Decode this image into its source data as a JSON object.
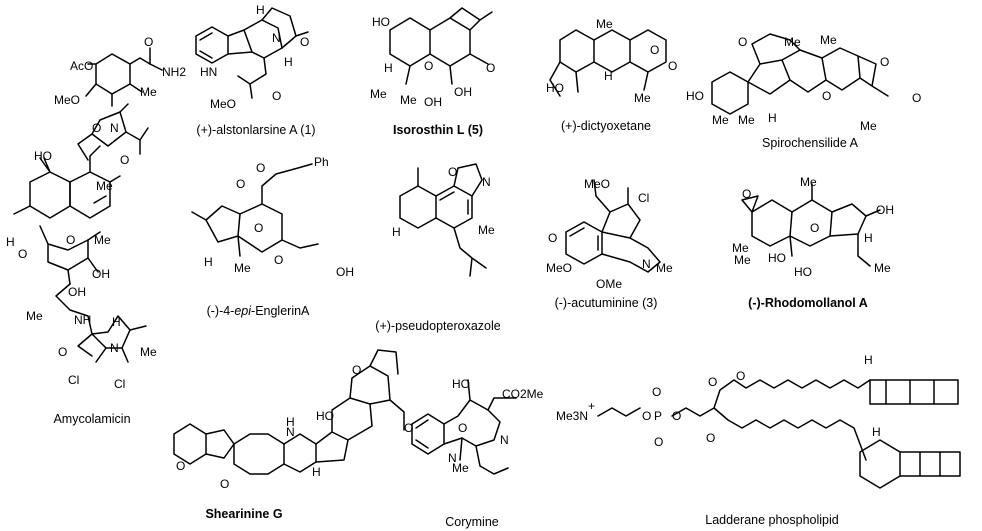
{
  "compounds": [
    {
      "name": "Amycolamicin"
    },
    {
      "name": "(+)-alstonlarsine A (1)"
    },
    {
      "name": "Isorosthin L (5)"
    },
    {
      "name": "(+)-dictyoxetane"
    },
    {
      "name": "Spirochensilide A"
    },
    {
      "name": "(-)-4-epi-EnglerinA"
    },
    {
      "name": "(+)-pseudopteroxazole"
    },
    {
      "name": "(-)-acutuminine (3)"
    },
    {
      "name": "(-)-Rhodomollanol A"
    },
    {
      "name": "Shearinine G"
    },
    {
      "name": "Corymine"
    },
    {
      "name": "Ladderane phospholipid"
    }
  ],
  "atom_labels": {
    "amycolamicin": [
      "AcO",
      "O",
      "NH2",
      "MeO",
      "Me",
      "O",
      "N",
      "O",
      "HO",
      "Me",
      "H",
      "O",
      "O",
      "Me",
      "OH",
      "OH",
      "Me",
      "NH",
      "H",
      "N",
      "O",
      "Me",
      "Cl",
      "Cl"
    ],
    "alstonlarsine": [
      "H",
      "N",
      "O",
      "HN",
      "H",
      "MeO",
      "O"
    ],
    "isorosthin": [
      "HO",
      "O",
      "H",
      "O",
      "Me",
      "Me",
      "OH",
      "OH"
    ],
    "dictyoxetane": [
      "Me",
      "H",
      "O",
      "HO",
      "Me",
      "O"
    ],
    "spirochensilide": [
      "O",
      "Me",
      "Me",
      "HO",
      "Me",
      "Me",
      "H",
      "O",
      "O",
      "O",
      "Me"
    ],
    "englerin": [
      "O",
      "Ph",
      "O",
      "H",
      "Me",
      "O",
      "O",
      "OH"
    ],
    "pseudopteroxazole": [
      "O",
      "N",
      "H",
      "Me"
    ],
    "acutuminine": [
      "MeO",
      "Cl",
      "O",
      "MeO",
      "OMe",
      "N",
      "Me"
    ],
    "rhodomollanol": [
      "Me",
      "OH",
      "O",
      "O",
      "H",
      "Me",
      "Me",
      "HO",
      "HO",
      "Me"
    ],
    "shearinine": [
      "O",
      "N",
      "H",
      "H",
      "HO",
      "O",
      "O",
      "O"
    ],
    "corymine": [
      "HO",
      "CO2Me",
      "O",
      "N",
      "Me",
      "N"
    ],
    "ladderane": [
      "Me3N",
      "+",
      "O",
      "O",
      "P",
      "O",
      "O",
      "O",
      "O",
      "O",
      "H",
      "H"
    ]
  }
}
